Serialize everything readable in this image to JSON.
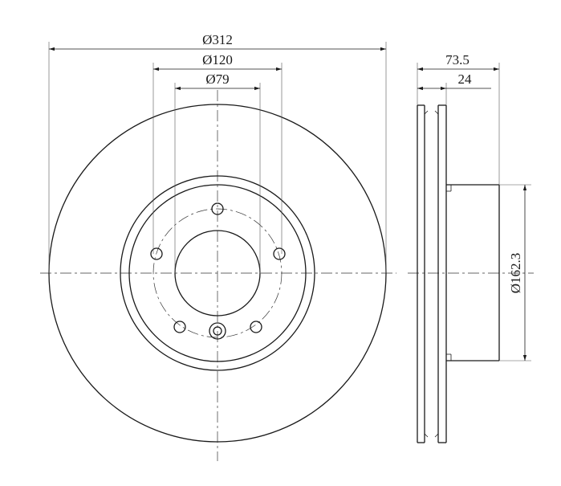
{
  "dimensions": {
    "outer_diameter": "Ø312",
    "bolt_circle": "Ø120",
    "center_bore": "Ø79",
    "total_height": "73.5",
    "disc_thickness": "24",
    "hat_diameter": "Ø162.3"
  },
  "colors": {
    "line": "#1a1a1a",
    "background": "#ffffff"
  }
}
